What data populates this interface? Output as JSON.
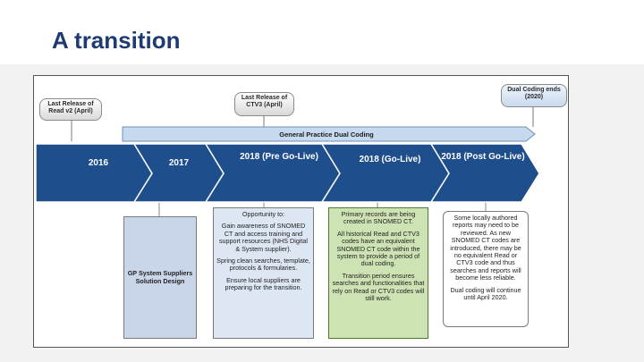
{
  "slide": {
    "title": "A transition"
  },
  "callouts": {
    "read_v2": "Last Release of Read v2 (April)",
    "ctv3": "Last Release of CTV3 (April)",
    "dual_coding_ends": "Dual Coding ends (2020)"
  },
  "dual_coding_bar": {
    "label": "General Practice Dual Coding"
  },
  "timeline": [
    {
      "label": "2016"
    },
    {
      "label": "2017"
    },
    {
      "label": "2018 (Pre Go-Live)"
    },
    {
      "label": "2018 (Go-Live)"
    },
    {
      "label": "2018 (Post Go-Live)"
    }
  ],
  "boxes": {
    "gp_system": "GP System Suppliers Solution Design",
    "pre_golive": {
      "p1": "Opportunity to:",
      "p2": "Gain awareness of SNOMED CT and access training and support resources (NHS Digital & System supplier).",
      "p3": "Spring clean searches, template, protocols & formularies.",
      "p4": "Ensure local suppliers are preparing for the transition."
    },
    "golive": {
      "p1": "Primary records are being created in SNOMED CT.",
      "p2": "All historical Read and CTV3 codes have an equivalent SNOMED CT code within the system to provide a period of dual coding.",
      "p3": "Transition period ensures searches and functionalities that rely on Read or CTV3 codes will still work."
    },
    "post_golive": {
      "p1": "Some locally authored reports may need to be reviewed. As new SNOMED CT codes are introduced, there may be no equivalent Read or CTV3 code and thus searches and reports will become less reliable.",
      "p2": "Dual coding will continue until April 2020."
    }
  },
  "colors": {
    "title": "#1f3b73",
    "timeline_fill": "#1f4e8c",
    "bar_fill": "#c7d9ef",
    "gp_box": "#c9d6e9",
    "pre_box": "#dde7f3",
    "golive_box": "#cde3b4"
  }
}
